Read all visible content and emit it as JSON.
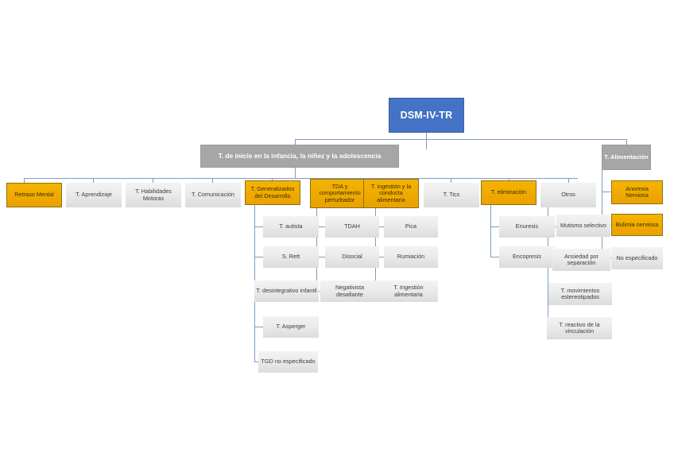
{
  "diagram": {
    "title": "DSM-IV-TR",
    "type": "hierarchical-tree",
    "colors": {
      "root": "#4472C4",
      "level1": "#A6A6A6",
      "highlight": "#EFA900",
      "leaf": "#EBEBEB",
      "connector": "#7F9CC8"
    },
    "root": {
      "label": "DSM-IV-TR"
    },
    "level1": [
      {
        "label": "T. de inicio en la infancia, la niñez y la adolescencia"
      },
      {
        "label": "T. Alimentación"
      }
    ],
    "level2": [
      {
        "label": "Retraso Mental"
      },
      {
        "label": "T. Aprendizaje"
      },
      {
        "label": "T. Habilidades Motoras"
      },
      {
        "label": "T. Comunicación"
      },
      {
        "label": "T. Generalizados del Desarrollo"
      },
      {
        "label": "TDA y comportamiento perturbador"
      },
      {
        "label": "T. ingestión y la conducta alimentaria"
      },
      {
        "label": "T. Tics"
      },
      {
        "label": "T. eliminación"
      },
      {
        "label": "Otros"
      },
      {
        "label": "Anorexia Nerviosa"
      },
      {
        "label": "Bulimia nerviosa"
      },
      {
        "label": "No especificado"
      }
    ],
    "level3": {
      "generalizados_del_desarrollo": [
        {
          "label": "T. autista"
        },
        {
          "label": "S. Rett"
        },
        {
          "label": "T. desintegrativo infantil"
        },
        {
          "label": "T. Asperger"
        },
        {
          "label": "TGD no especificado"
        }
      ],
      "tda_y_comportamiento_perturbador": [
        {
          "label": "TDAH"
        },
        {
          "label": "Disocial"
        },
        {
          "label": "Negativista desafiante"
        }
      ],
      "ingestion_conducta_alimentaria": [
        {
          "label": "Pica"
        },
        {
          "label": "Rumiación"
        },
        {
          "label": "T. Ingestión alimentaria"
        }
      ],
      "eliminacion": [
        {
          "label": "Enuresis"
        },
        {
          "label": "Encopresis"
        }
      ],
      "otros": [
        {
          "label": "Mutismo selectivo"
        },
        {
          "label": "Ansiedad por separación"
        },
        {
          "label": "T. movimientos estereotipados"
        },
        {
          "label": "T. reactivo de la vinculación"
        }
      ]
    }
  }
}
